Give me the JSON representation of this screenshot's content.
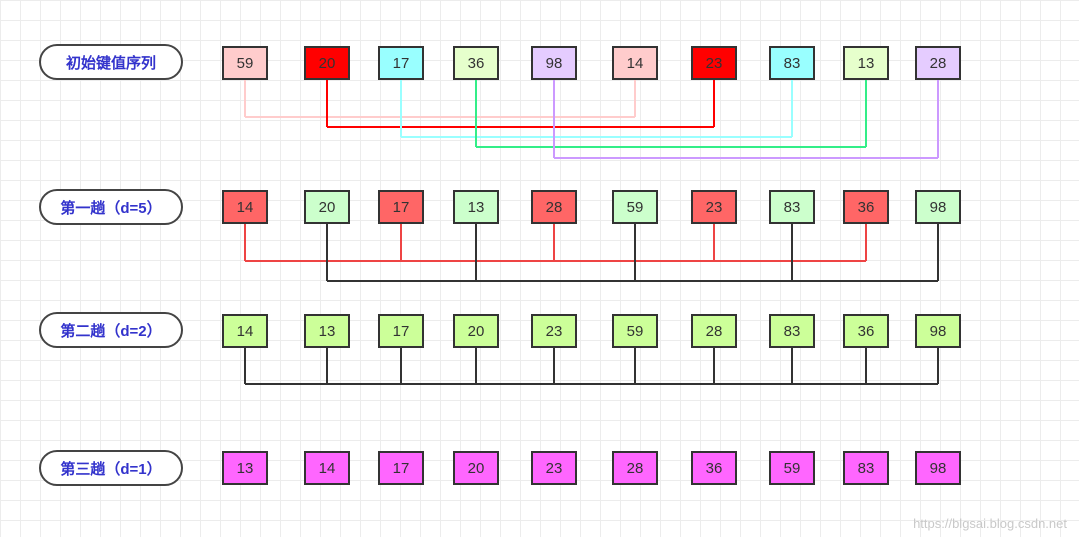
{
  "rows": [
    {
      "label": "初始键值序列",
      "values": [
        "59",
        "20",
        "17",
        "36",
        "98",
        "14",
        "23",
        "83",
        "13",
        "28"
      ],
      "colors": [
        "#ffcccc",
        "#ff0000",
        "#99ffff",
        "#e6ffcc",
        "#e5ccff",
        "#ffcccc",
        "#ff0000",
        "#99ffff",
        "#e6ffcc",
        "#e5ccff"
      ]
    },
    {
      "label": "第一趟（d=5）",
      "values": [
        "14",
        "20",
        "17",
        "13",
        "28",
        "59",
        "23",
        "83",
        "36",
        "98"
      ],
      "colors": [
        "#ff6666",
        "#ccffcc",
        "#ff6666",
        "#ccffcc",
        "#ff6666",
        "#ccffcc",
        "#ff6666",
        "#ccffcc",
        "#ff6666",
        "#ccffcc"
      ]
    },
    {
      "label": "第二趟（d=2）",
      "values": [
        "14",
        "13",
        "17",
        "20",
        "23",
        "59",
        "28",
        "83",
        "36",
        "98"
      ],
      "colors": [
        "#ccff99",
        "#ccff99",
        "#ccff99",
        "#ccff99",
        "#ccff99",
        "#ccff99",
        "#ccff99",
        "#ccff99",
        "#ccff99",
        "#ccff99"
      ]
    },
    {
      "label": "第三趟（d=1）",
      "values": [
        "13",
        "14",
        "17",
        "20",
        "23",
        "28",
        "36",
        "59",
        "83",
        "98"
      ],
      "colors": [
        "#ff66ff",
        "#ff66ff",
        "#ff66ff",
        "#ff66ff",
        "#ff66ff",
        "#ff66ff",
        "#ff66ff",
        "#ff66ff",
        "#ff66ff",
        "#ff66ff"
      ]
    }
  ],
  "groups": [
    {
      "row": 0,
      "members": [
        0,
        5
      ],
      "color": "#ffcccc"
    },
    {
      "row": 0,
      "members": [
        1,
        6
      ],
      "color": "#ff0000"
    },
    {
      "row": 0,
      "members": [
        2,
        7
      ],
      "color": "#99ffff"
    },
    {
      "row": 0,
      "members": [
        3,
        8
      ],
      "color": "#33ee88"
    },
    {
      "row": 0,
      "members": [
        4,
        9
      ],
      "color": "#cc99ff"
    },
    {
      "row": 1,
      "members": [
        0,
        2,
        4,
        6,
        8
      ],
      "color": "#ee4444"
    },
    {
      "row": 1,
      "members": [
        1,
        3,
        5,
        7,
        9
      ],
      "color": "#333333"
    },
    {
      "row": 2,
      "members": [
        0,
        1,
        2,
        3,
        4,
        5,
        6,
        7,
        8,
        9
      ],
      "color": "#333333"
    }
  ],
  "watermark": "https://blgsai.blog.csdn.net"
}
